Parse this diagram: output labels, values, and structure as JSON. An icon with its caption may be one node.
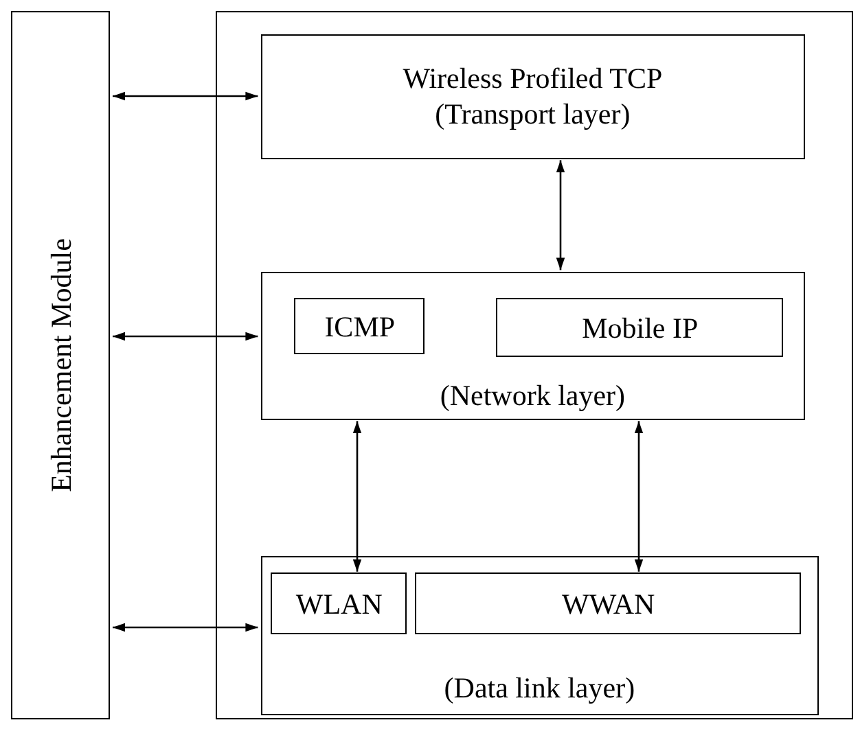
{
  "diagram": {
    "nodes": [
      {
        "text": [
          "Enhancement Module"
        ]
      },
      {
        "text": [],
        "shape": "box"
      },
      {
        "text": [
          "Wireless Profiled TCP",
          "(Transport layer)"
        ],
        "in": 1
      },
      {
        "text": [
          "(Network layer)"
        ],
        "in": 1
      },
      {
        "text": [
          "ICMP"
        ],
        "in": 3
      },
      {
        "text": [
          "Mobile IP"
        ],
        "in": 3
      },
      {
        "text": [
          "(Data link layer)"
        ],
        "in": 1
      },
      {
        "text": [
          "WLAN"
        ],
        "in": 6
      },
      {
        "text": [
          "WWAN"
        ],
        "in": 6
      }
    ],
    "edges": [
      {
        "from": 0,
        "to": 2,
        "arrow": "both"
      },
      {
        "from": 0,
        "to": 3,
        "arrow": "both"
      },
      {
        "from": 0,
        "to": 6,
        "arrow": "both"
      },
      {
        "from": 2,
        "to": 3,
        "arrow": "both"
      },
      {
        "from": 3,
        "to": 7,
        "arrow": "both"
      },
      {
        "from": 3,
        "to": 8,
        "arrow": "both"
      }
    ]
  }
}
